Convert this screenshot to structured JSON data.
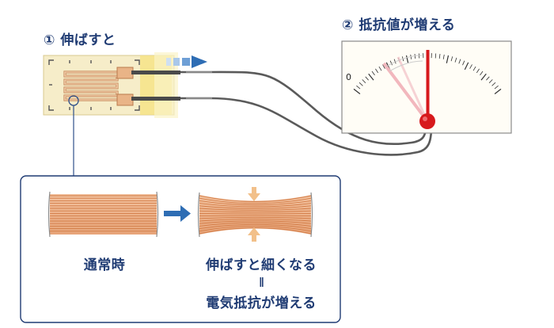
{
  "step1": {
    "number": "①",
    "text": "伸ばすと"
  },
  "step2": {
    "number": "②",
    "text": "抵抗値が増える"
  },
  "meter": {
    "zero_label": "0"
  },
  "detail": {
    "normal_label": "通常時",
    "stretched_label": "伸ばすと細くなる",
    "result_label": "電気抵抗が増える"
  },
  "colors": {
    "text_navy": "#1f3b73",
    "arrow_blue": "#2e6db4",
    "needle_red": "#d7191c",
    "copper": "#e29a6a",
    "gauge_base": "#f6edc9",
    "yellow_strip": "#f5e27d"
  }
}
